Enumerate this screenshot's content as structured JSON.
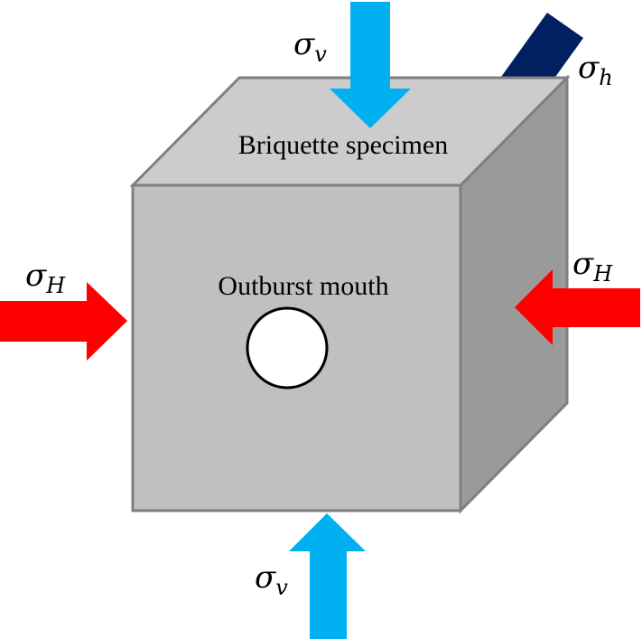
{
  "diagram": {
    "specimen_label": "Briquette specimen",
    "hole_label": "Outburst mouth",
    "stresses": {
      "vertical_top": {
        "symbol": "σ",
        "subscript": "v",
        "color": "#00b0f0"
      },
      "vertical_bottom": {
        "symbol": "σ",
        "subscript": "v",
        "color": "#00b0f0"
      },
      "horizontal_left": {
        "symbol": "σ",
        "subscript": "H",
        "color": "#ff0000"
      },
      "horizontal_right": {
        "symbol": "σ",
        "subscript": "H",
        "color": "#ff0000"
      },
      "horizontal_minor": {
        "symbol": "σ",
        "subscript": "h",
        "color": "#002060"
      }
    },
    "colors": {
      "front_face": "#c0c0c0",
      "top_face": "#cccccc",
      "side_face": "#9a9a9a",
      "edge": "#7f7f7f",
      "hole_fill": "#ffffff",
      "hole_stroke": "#000000"
    }
  }
}
